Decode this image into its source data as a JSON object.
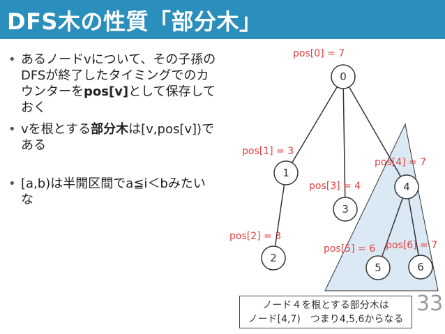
{
  "slide": {
    "title": "DFS木の性質「部分木」",
    "page_number": "33",
    "colors": {
      "title_bg": "#2a8fbd",
      "subtree_fill": "#dbe9f4",
      "pos_label": "#e84040"
    }
  },
  "bullets": [
    {
      "pre": "あるノードvについて、その子孫のDFSが終了したタイミングでのカウンターを",
      "bold": "pos[v]",
      "post": "として保存しておく"
    },
    {
      "pre": "vを根とする",
      "bold": "部分木",
      "post": "は[v,pos[v])である"
    },
    {
      "pre": "[a,b)は半開区間でa≦i＜bみたいな",
      "bold": "",
      "post": ""
    }
  ],
  "tree": {
    "nodes": [
      {
        "id": "0",
        "label": "0"
      },
      {
        "id": "1",
        "label": "1"
      },
      {
        "id": "2",
        "label": "2"
      },
      {
        "id": "3",
        "label": "3"
      },
      {
        "id": "4",
        "label": "4"
      },
      {
        "id": "5",
        "label": "5"
      },
      {
        "id": "6",
        "label": "6"
      }
    ],
    "edges": [
      [
        "0",
        "1"
      ],
      [
        "0",
        "3"
      ],
      [
        "0",
        "4"
      ],
      [
        "1",
        "2"
      ],
      [
        "4",
        "5"
      ],
      [
        "4",
        "6"
      ]
    ],
    "pos_labels": [
      "pos[0] = 7",
      "pos[1] = 3",
      "pos[2] = 3",
      "pos[3] = 4",
      "pos[4] = 7",
      "pos[5] = 6",
      "pos[6] = 7"
    ]
  },
  "note": {
    "line1": "ノード４を根とする部分木は",
    "line2": "ノード[4,7)　つまり4,5,6からなる"
  }
}
